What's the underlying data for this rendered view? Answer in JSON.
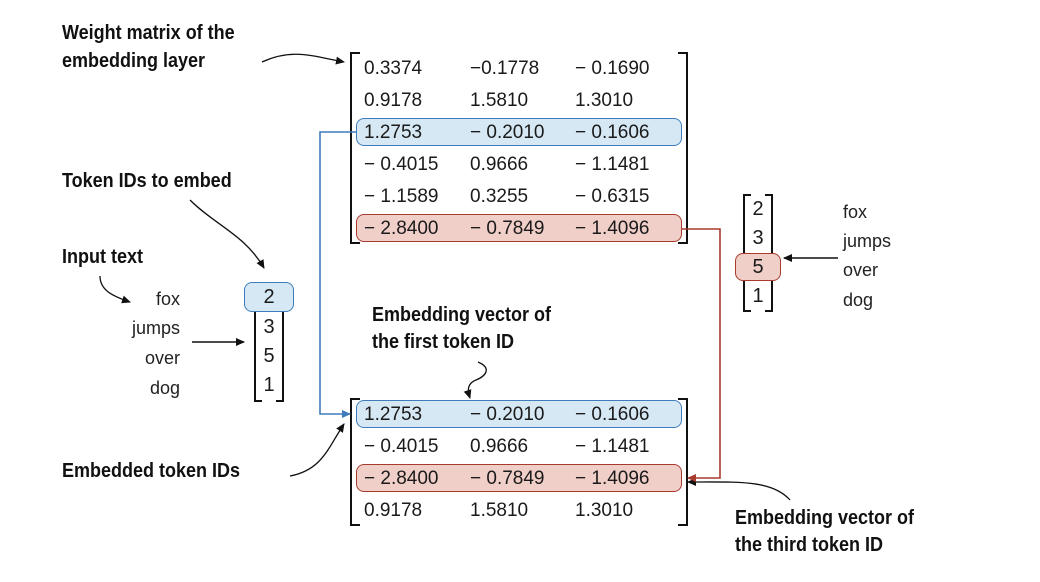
{
  "labels": {
    "weight_matrix": [
      "Weight matrix of the",
      "embedding layer"
    ],
    "token_ids": "Token IDs to embed",
    "input_text": "Input text",
    "first_vector": [
      "Embedding vector of",
      "the first token ID"
    ],
    "embedded_ids": "Embedded token IDs",
    "third_vector": [
      "Embedding vector of",
      "the third token ID"
    ]
  },
  "input_words": [
    "fox",
    "jumps",
    "over",
    "dog"
  ],
  "right_words": [
    "fox",
    "jumps",
    "over",
    "dog"
  ],
  "token_ids": [
    "2",
    "3",
    "5",
    "1"
  ],
  "right_token_ids": [
    "2",
    "3",
    "5",
    "1"
  ],
  "weight_matrix": [
    [
      "0.3374",
      "−0.1778",
      "− 0.1690"
    ],
    [
      "0.9178",
      "1.5810",
      "1.3010"
    ],
    [
      "1.2753",
      "− 0.2010",
      "− 0.1606"
    ],
    [
      "− 0.4015",
      "0.9666",
      "− 1.1481"
    ],
    [
      "− 1.1589",
      "0.3255",
      "− 0.6315"
    ],
    [
      "− 2.8400",
      "− 0.7849",
      "− 1.4096"
    ]
  ],
  "embedded_matrix": [
    [
      "1.2753",
      "− 0.2010",
      "− 0.1606"
    ],
    [
      "− 0.4015",
      "0.9666",
      "− 1.1481"
    ],
    [
      "− 2.8400",
      "− 0.7849",
      "− 1.4096"
    ],
    [
      "0.9178",
      "1.5810",
      "1.3010"
    ]
  ],
  "colors": {
    "highlight_blue_fill": "#d6e8f4",
    "highlight_blue_stroke": "#3f7cbc",
    "highlight_red_fill": "#f0cfc9",
    "highlight_red_stroke": "#a83a2e",
    "ink": "#111111"
  }
}
